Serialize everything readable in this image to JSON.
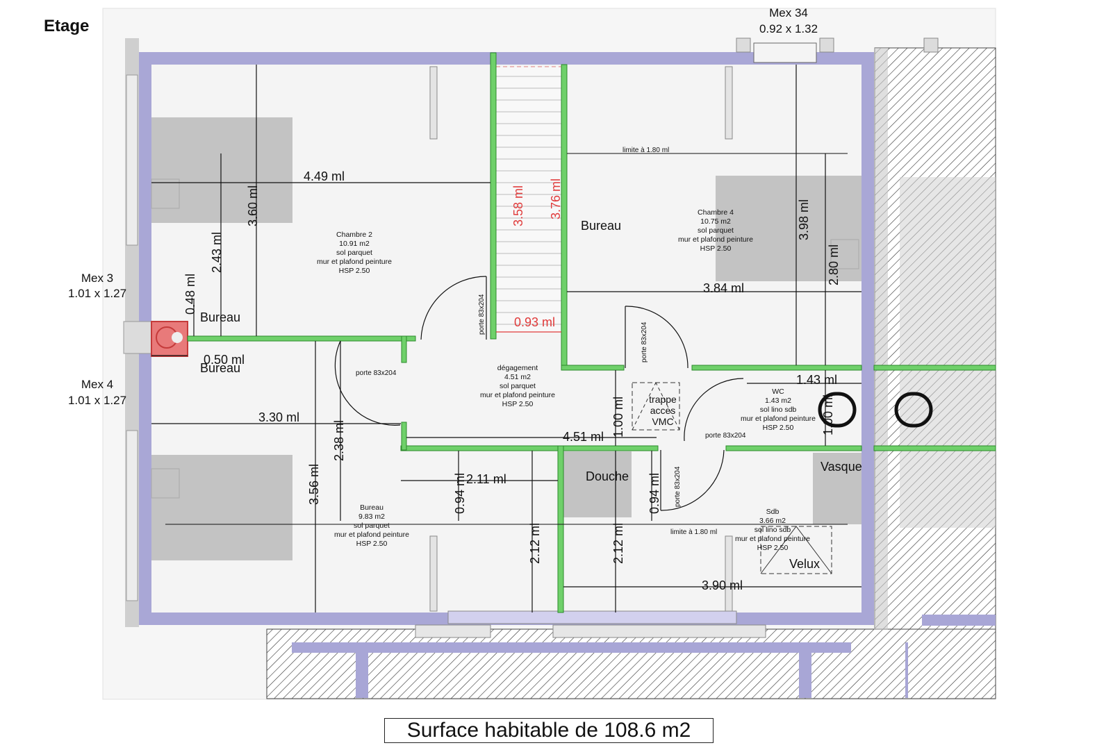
{
  "level_title": "Etage",
  "caption": "Surface habitable de 108.6 m2",
  "windows": {
    "mex34": {
      "name": "Mex 34",
      "size": "0.92 x 1.32"
    },
    "mex3": {
      "name": "Mex 3",
      "size": "1.01 x 1.27"
    },
    "mex4": {
      "name": "Mex 4",
      "size": "1.01 x 1.27"
    }
  },
  "rooms": {
    "chambre2": {
      "lines": [
        "Chambre 2",
        "10.91 m2",
        "sol parquet",
        "mur et plafond peinture",
        "HSP 2.50"
      ]
    },
    "chambre4": {
      "lines": [
        "Chambre 4",
        "10.75 m2",
        "sol parquet",
        "mur et plafond peinture",
        "HSP 2.50"
      ]
    },
    "degagement": {
      "lines": [
        "dégagement",
        "4.51 m2",
        "sol parquet",
        "mur et plafond peinture",
        "HSP 2.50"
      ]
    },
    "bureau": {
      "lines": [
        "Bureau",
        "9.83 m2",
        "sol parquet",
        "mur et plafond peinture",
        "HSP 2.50"
      ]
    },
    "wc": {
      "lines": [
        "WC",
        "1.43 m2",
        "sol lino sdb",
        "mur et plafond peinture",
        "HSP 2.50"
      ]
    },
    "sdb": {
      "lines": [
        "Sdb",
        "3.66 m2",
        "sol lino sdb",
        "mur et plafond peinture",
        "HSP 2.50"
      ]
    }
  },
  "labels": {
    "bureau_top_right": "Bureau",
    "bureau_left_a": "Bureau",
    "bureau_left_b": "Bureau",
    "douche": "Douche",
    "vasque": "Vasque",
    "velux": "Velux",
    "trappe": [
      "trappe",
      "acces",
      "VMC"
    ],
    "limite_top": "limite à 1.80 ml",
    "limite_bottom": "limite à 1.80 ml"
  },
  "doors": {
    "d1": "porte 83x204",
    "d2": "porte 83x204",
    "d3": "porte 83x204",
    "d4": "porte 83x204",
    "d5": "porte 83x204"
  },
  "dimensions": {
    "h449": "4.49 ml",
    "v360": "3.60 ml",
    "v243": "2.43 ml",
    "v048": "0.48 ml",
    "h050": "0.50 ml",
    "h330": "3.30 ml",
    "v238": "2.38 ml",
    "v356": "3.56 ml",
    "stair_358": "3.58 ml",
    "stair_376": "3.76 ml",
    "stair_093": "0.93 ml",
    "v398": "3.98 ml",
    "v280": "2.80 ml",
    "h384": "3.84 ml",
    "h143": "1.43 ml",
    "v100a": "1.00 ml",
    "v100b": "1.00 ml",
    "h451": "4.51 ml",
    "v094a": "0.94 ml",
    "h211": "2.11 ml",
    "v094b": "0.94 ml",
    "v212a": "2.12 ml",
    "v212b": "2.12 ml",
    "h390": "3.90 ml"
  },
  "colors": {
    "wall_outer": "#aaa8d4",
    "wall_inner": "#6fd06a",
    "floor": "#f4f4f4",
    "furniture": "#c4c4c4",
    "hatch": "#333333",
    "stair_dims": "#e03a3a"
  }
}
